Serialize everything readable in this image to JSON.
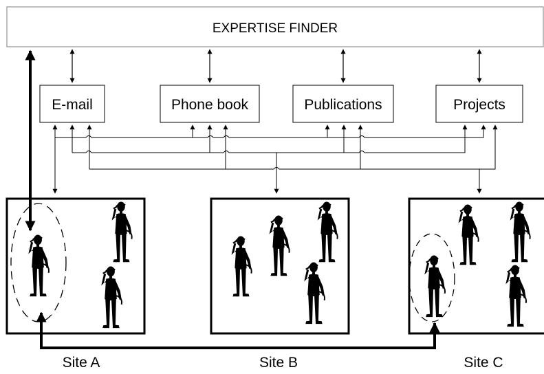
{
  "finder": {
    "label": "EXPERTISE FINDER"
  },
  "sources": [
    {
      "label": "E-mail"
    },
    {
      "label": "Phone book"
    },
    {
      "label": "Publications"
    },
    {
      "label": "Projects"
    }
  ],
  "sites": [
    {
      "label": "Site A"
    },
    {
      "label": "Site B"
    },
    {
      "label": "Site C"
    }
  ]
}
